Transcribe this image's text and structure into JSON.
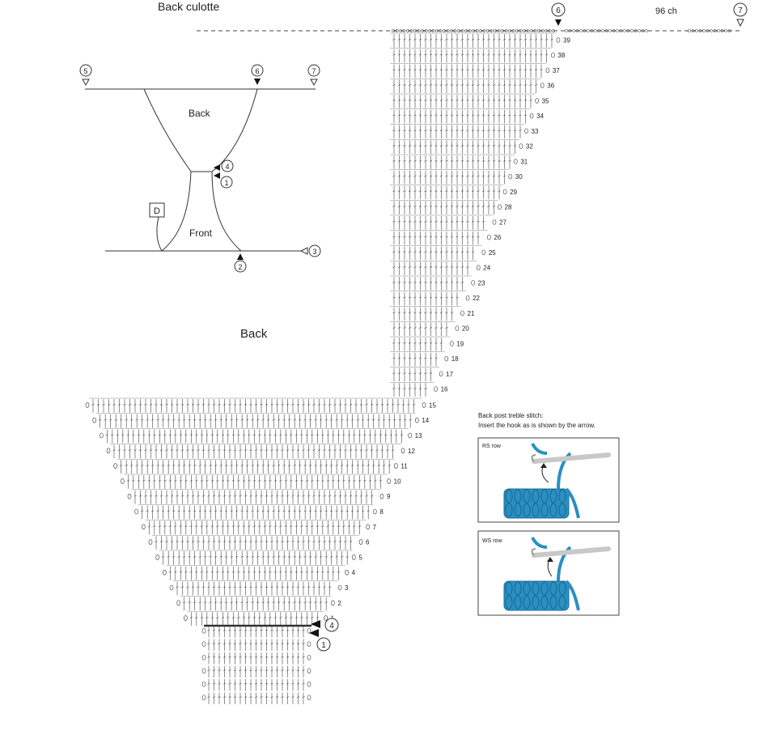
{
  "title": "Back culotte",
  "chain_label": "96 ch",
  "markers": {
    "m1": "1",
    "m2": "2",
    "m3": "3",
    "m4": "4",
    "m5": "5",
    "m6": "6",
    "m7": "7"
  },
  "schematic": {
    "back_label": "Back",
    "front_label": "Front",
    "d_label": "D"
  },
  "chart_label": "Back",
  "row_numbers": [
    "1",
    "2",
    "3",
    "4",
    "5",
    "6",
    "7",
    "8",
    "9",
    "10",
    "11",
    "12",
    "13",
    "14",
    "15",
    "16",
    "17",
    "18",
    "19",
    "20",
    "21",
    "22",
    "23",
    "24",
    "25",
    "26",
    "27",
    "28",
    "29",
    "30",
    "31",
    "32",
    "33",
    "34",
    "35",
    "36",
    "37",
    "38",
    "39"
  ],
  "instructions": {
    "heading": "Back post treble stitch:",
    "body": "Insert the hook as is shown by the arrow.",
    "rs_label": "RS row",
    "ws_label": "WS row"
  },
  "colors": {
    "line": "#333333",
    "yarn": "#2a8fc1",
    "yarn_dark": "#1b6f99",
    "hook": "#c8c8c8"
  },
  "icons": [
    "triangle-marker-icon",
    "hook-icon",
    "yarn-swatch-icon"
  ]
}
